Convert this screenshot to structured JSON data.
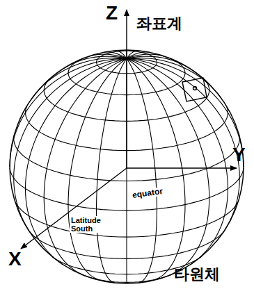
{
  "diagram": {
    "labels": [
      "Z",
      "좌표계",
      "Y",
      "X",
      "equator",
      "Latitude South",
      "타원체"
    ]
  }
}
